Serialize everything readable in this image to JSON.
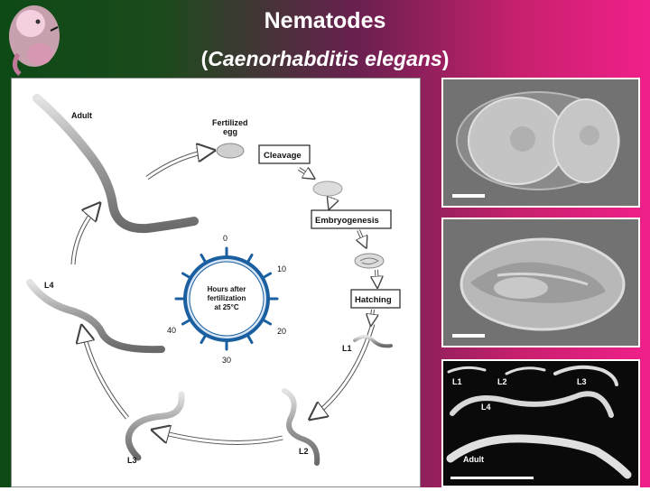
{
  "title": {
    "line1": "Nematodes",
    "line2_prefix": "(",
    "line2_italic": "Caenorhabditis elegans",
    "line2_suffix": ")"
  },
  "diagram": {
    "stages": {
      "adult": "Adult",
      "fertilized_egg_line1": "Fertilized",
      "fertilized_egg_line2": "egg",
      "l1": "L1",
      "l2": "L2",
      "l3": "L3",
      "l4": "L4"
    },
    "steps": {
      "cleavage": "Cleavage",
      "embryogenesis": "Embryogenesis",
      "hatching": "Hatching"
    },
    "clock": {
      "line1": "Hours after",
      "line2": "fertilization",
      "line3": "at 25°C",
      "ticks": [
        "0",
        "10",
        "20",
        "30",
        "40"
      ]
    }
  },
  "photos": {
    "larvae_labels": {
      "l1": "L1",
      "l2": "L2",
      "l3": "L3",
      "l4": "L4",
      "adult": "Adult"
    }
  },
  "colors": {
    "gradient_left": "#0d4a16",
    "gradient_right": "#f0208a",
    "clock_ring": "#1a5fa0",
    "clock_fill": "#d8e6f5"
  }
}
